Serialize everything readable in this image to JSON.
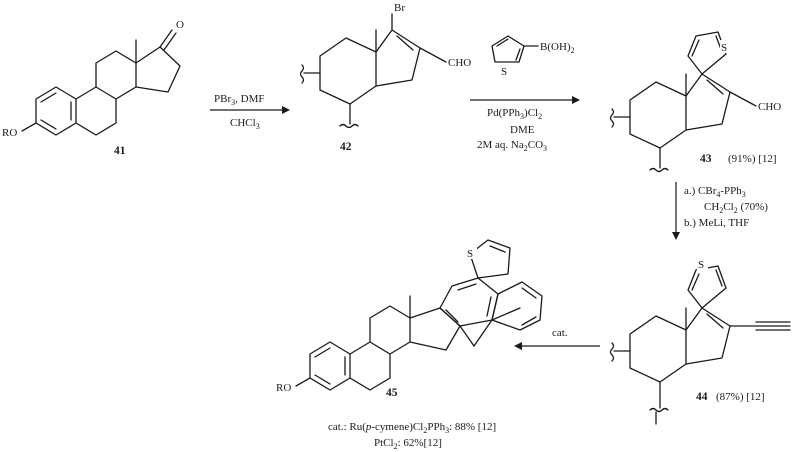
{
  "compounds": {
    "c41": {
      "number": "41",
      "substituent": "RO",
      "ketone_atom": "O"
    },
    "c42": {
      "number": "42",
      "halogen": "Br",
      "aldehyde": "CHO"
    },
    "c43": {
      "number": "43",
      "aldehyde": "CHO",
      "thiophene_atom": "S",
      "yield": "(91%) [12]"
    },
    "c44": {
      "number": "44",
      "thiophene_atom": "S",
      "yield": "(87%) [12]"
    },
    "c45": {
      "number": "45",
      "substituent": "RO",
      "thiophene_atom": "S"
    }
  },
  "steps": {
    "step1": {
      "reagent_line1": "PBr",
      "reagent_sub1": "3",
      "reagent_line1_tail": ", DMF",
      "solvent": "CHCl",
      "solvent_sub": "3"
    },
    "step2": {
      "boronic_label": "B(OH)",
      "boronic_sub": "2",
      "boronic_ring_atom": "S",
      "catalyst": "Pd(PPh",
      "catalyst_sub": "3",
      "catalyst_tail": ")Cl",
      "catalyst_sub2": "2",
      "solvent": "DME",
      "base": "2M aq. Na",
      "base_sub1": "2",
      "base_mid": "CO",
      "base_sub2": "3"
    },
    "step3": {
      "line_a": "a.) CBr",
      "line_a_sub": "4",
      "line_a_tail": "-PPh",
      "line_a_sub2": "3",
      "line_b": "CH",
      "line_b_sub": "2",
      "line_b_mid": "Cl",
      "line_b_sub2": "2",
      "line_b_tail": " (70%)",
      "line_c": "b.) MeLi, THF"
    },
    "step4": {
      "reagent": "cat.",
      "note1_pre": "cat.: Ru(",
      "note1_italic": "p",
      "note1_mid": "-cymene)Cl",
      "note1_sub": "2",
      "note1_tail": "PPh",
      "note1_sub2": "3",
      "note1_yield": ": 88% [12]",
      "note2": "PtCl",
      "note2_sub": "2",
      "note2_tail": ": 62%[12]"
    }
  }
}
